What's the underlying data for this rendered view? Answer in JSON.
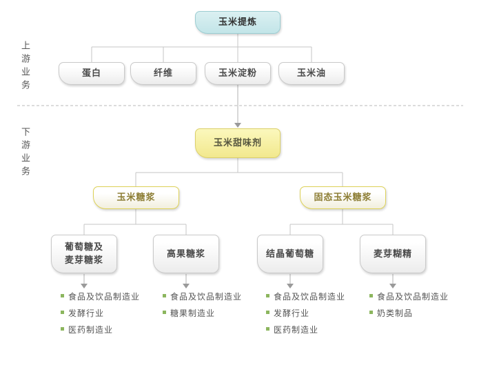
{
  "sections": {
    "upstream": "上游业务",
    "downstream": "下游业务"
  },
  "nodes": {
    "root": {
      "label": "玉米提炼"
    },
    "upstream": [
      {
        "label": "蛋白"
      },
      {
        "label": "纤维"
      },
      {
        "label": "玉米淀粉"
      },
      {
        "label": "玉米油"
      }
    ],
    "sweetener": {
      "label": "玉米甜味剂"
    },
    "syrups": [
      {
        "label": "玉米糖浆"
      },
      {
        "label": "固态玉米糖浆"
      }
    ],
    "products": [
      {
        "label": "葡萄糖及\n麦芽糖浆",
        "industries": [
          "食品及饮品制造业",
          "发酵行业",
          "医药制造业"
        ]
      },
      {
        "label": "高果糖浆",
        "industries": [
          "食品及饮品制造业",
          "糖果制造业"
        ]
      },
      {
        "label": "结晶葡萄糖",
        "industries": [
          "食品及饮品制造业",
          "发酵行业",
          "医药制造业"
        ]
      },
      {
        "label": "麦芽糊精",
        "industries": [
          "食品及饮品制造业",
          "奶类制品"
        ]
      }
    ]
  },
  "colors": {
    "root_fill": "#cdeaec",
    "root_border": "#9ccdd2",
    "sweetener_fill": "#f7f0a5",
    "gold_border": "#ddd157",
    "gold_text": "#8d7e35",
    "gray_border": "#c9c9c9",
    "connector": "#c6c6c6",
    "bullet_green": "#8cb65e",
    "text_gray": "#555555"
  }
}
